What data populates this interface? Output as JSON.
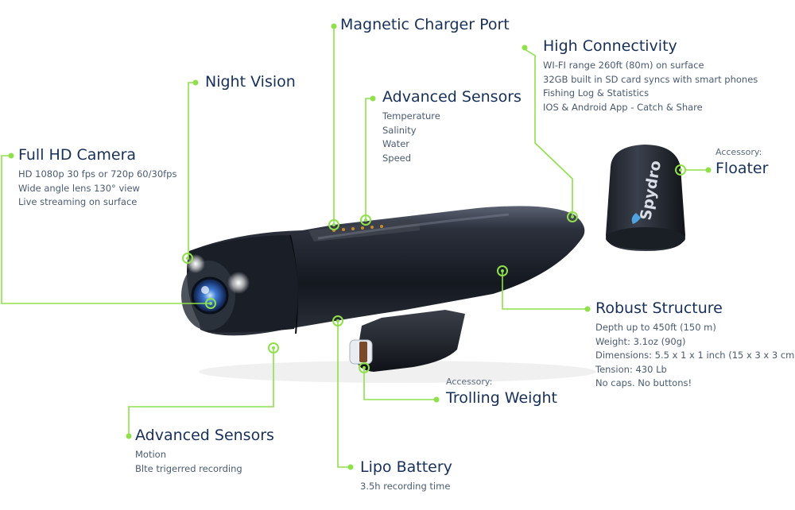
{
  "colors": {
    "accent": "#8fe04a",
    "heading": "#17305a",
    "body_text": "#4a5b72",
    "product": "#1a1f2b"
  },
  "floater_logo": "Spydro",
  "callouts": {
    "magnetic": {
      "title": "Magnetic Charger Port"
    },
    "connectivity": {
      "title": "High Connectivity",
      "items": [
        "WI-FI range 260ft (80m) on surface",
        "32GB built in SD card syncs with smart phones",
        "Fishing Log & Statistics",
        "IOS & Android App - Catch & Share"
      ]
    },
    "night": {
      "title": "Night Vision"
    },
    "sensors_top": {
      "title": "Advanced Sensors",
      "items": [
        "Temperature",
        "Salinity",
        "Water",
        "Speed"
      ]
    },
    "camera": {
      "title": "Full HD Camera",
      "items": [
        "HD 1080p 30 fps or 720p 60/30fps",
        "Wide angle lens 130° view",
        "Live streaming on surface"
      ]
    },
    "floater": {
      "prefix": "Accessory:",
      "title": "Floater"
    },
    "robust": {
      "title": "Robust Structure",
      "items": [
        "Depth up to 450ft (150 m)",
        "Weight:  3.1oz (90g)",
        "Dimensions: 5.5 x 1 x 1 inch (15 x 3 x 3 cm)",
        "Tension: 430 Lb",
        "No caps. No buttons!"
      ]
    },
    "trolling": {
      "prefix": "Accessory:",
      "title": "Trolling Weight"
    },
    "sensors_bottom": {
      "title": "Advanced Sensors",
      "items": [
        "Motion",
        "Blte trigerred recording"
      ]
    },
    "battery": {
      "title": "Lipo Battery",
      "items": [
        "3.5h recording time"
      ]
    }
  }
}
